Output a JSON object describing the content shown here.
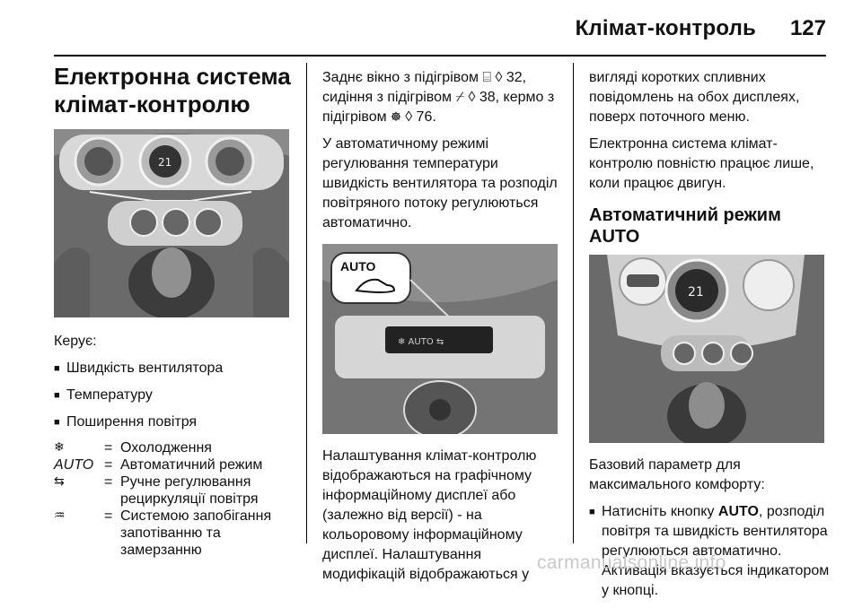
{
  "header": {
    "title": "Клімат-контроль",
    "page_number": "127"
  },
  "col1": {
    "section_title_line1": "Електронна система",
    "section_title_line2": "клімат-контролю",
    "controls_label": "Керує:",
    "controls": [
      "Швидкість вентилятора",
      "Температуру",
      "Поширення повітря"
    ],
    "legend": [
      {
        "icon": "snowflake-icon",
        "symbol": "❄",
        "eq": "=",
        "text": "Охолодження"
      },
      {
        "icon": "auto-icon",
        "symbol": "AUTO",
        "eq": "=",
        "text": "Автоматичний режим"
      },
      {
        "icon": "recirculation-icon",
        "symbol": "⇆",
        "eq": "=",
        "text": "Ручне регулювання рециркуляції повітря"
      },
      {
        "icon": "rear-defrost-icon",
        "symbol": "♒",
        "eq": "=",
        "text": "Системою запобігання запотіванню та замерзанню"
      }
    ]
  },
  "col2": {
    "p1": "Заднє вікно з підігрівом ⌸ ◊ 32, сидіння з підігрівом ⌿ ◊ 38, кермо з підігрівом ☸ ◊ 76.",
    "p2": "У автоматичному режимі регулювання температури швидкість вентилятора та розподіл повітряного потоку регулюються автоматично.",
    "display_badge": "AUTO",
    "p3": "Налаштування клімат-контролю відображаються на графічному інформаційному дисплеї або (залежно від версії) - на кольоровому інформаційному дисплеї. Налаштування модифікацій відображаються у"
  },
  "col3": {
    "p1": "вигляді коротких спливних повідомлень на обох дисплеях, поверх поточного меню.",
    "p2": "Електронна система клімат-контролю повністю працює лише, коли працює двигун.",
    "subsection_title": "Автоматичний режим AUTO",
    "p3": "Базовий параметр для максимального комфорту:",
    "bullet_prefix": "Натисніть кнопку ",
    "bullet_bold": "AUTO",
    "bullet_suffix": ", розподіл повітря та швидкість вентилятора регулюються автоматично. Активація вказується індикатором у кнопці."
  },
  "watermark": "carmanualsonline.info",
  "colors": {
    "rule": "#000000",
    "photo_bg": "#5a5a5a",
    "watermark": "#c9c9c9"
  }
}
